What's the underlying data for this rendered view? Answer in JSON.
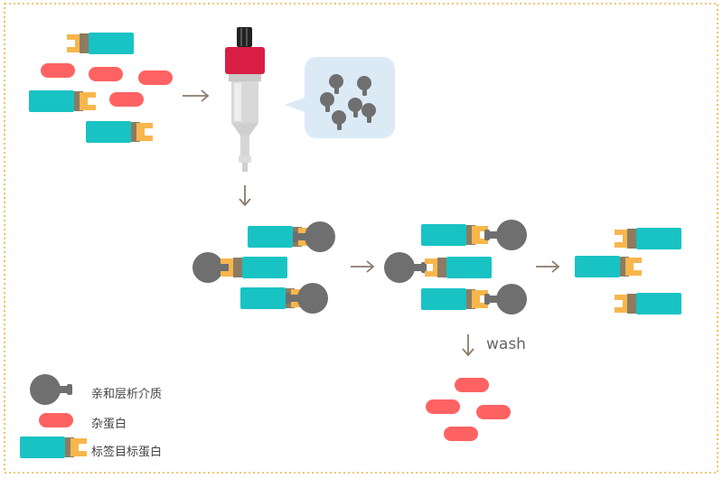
{
  "colors": {
    "tag_protein": "#19c3c3",
    "tag_joint": "#8c7b62",
    "tag_fork": "#f8b64c",
    "impurity": "#ff6262",
    "medium": "#6f6f6f",
    "arrow": "#8a7b6a",
    "border": "#f0b040",
    "column_cap": "#d81e45",
    "bubble": "#dceaf6"
  },
  "wash_label": "wash",
  "legend": {
    "items": [
      {
        "label": "亲和层析介质",
        "icon": "medium-icon"
      },
      {
        "label": "杂蛋白",
        "icon": "impurity-protein-icon"
      },
      {
        "label": "标签目标蛋白",
        "icon": "tagged-target-protein-icon"
      }
    ]
  }
}
